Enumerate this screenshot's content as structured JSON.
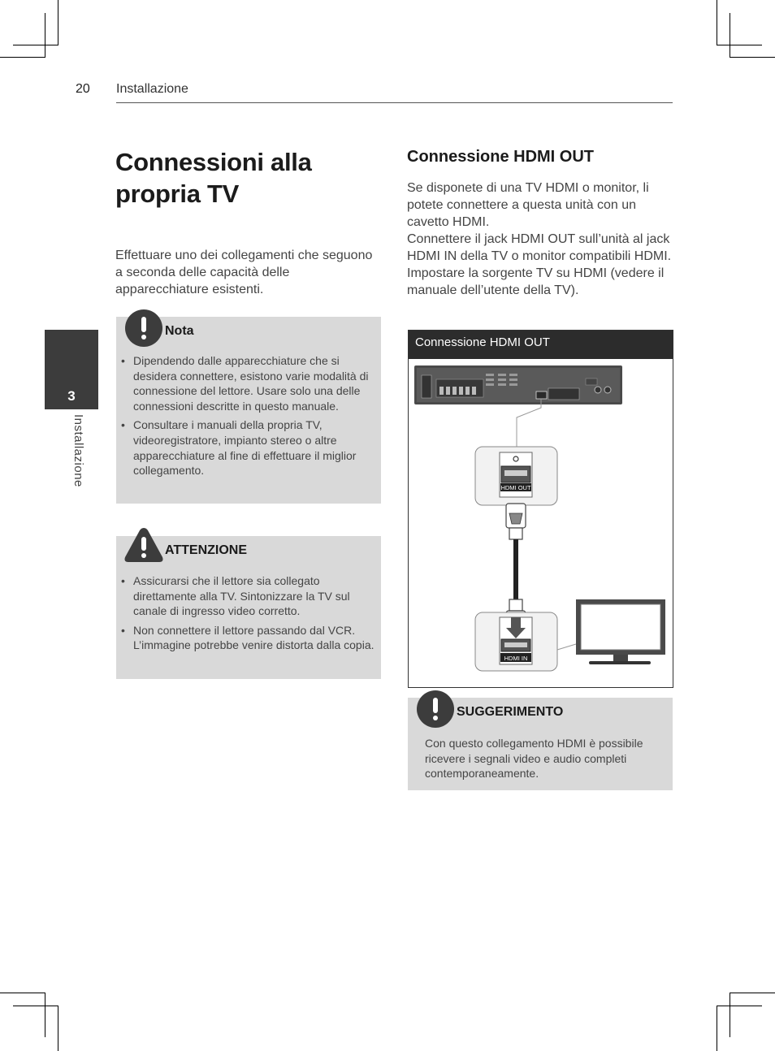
{
  "header": {
    "page_number": "20",
    "section": "Installazione"
  },
  "side_tab": {
    "number": "3",
    "label": "Installazione"
  },
  "title": "Connessioni alla propria TV",
  "intro": "Effettuare uno dei collegamenti che seguono a seconda delle capacità delle apparecchiature esistenti.",
  "note": {
    "title": "Nota",
    "items": [
      "Dipendendo dalle apparecchiature che si desidera connettere, esistono varie modalità di connessione del lettore. Usare solo una delle connessioni descritte in questo manuale.",
      "Consultare i manuali della propria TV, videoregistratore, impianto stereo o altre apparecchiature al fine di effettuare il miglior collegamento."
    ]
  },
  "caution": {
    "title": "ATTENZIONE",
    "items": [
      "Assicurarsi che il lettore sia collegato direttamente alla TV. Sintonizzare la TV sul canale di ingresso video corretto.",
      "Non connettere il lettore passando dal VCR. L’immagine potrebbe venire distorta dalla copia."
    ]
  },
  "hdmi_section": {
    "title": "Connessione HDMI OUT",
    "paragraphs": [
      "Se disponete di una TV HDMI o monitor, li potete connettere a questa unità con un cavetto HDMI.",
      "Connettere il jack HDMI OUT sull’unità al jack HDMI IN della TV o monitor compatibili HDMI.",
      "Impostare la sorgente TV su HDMI (vedere il manuale dell’utente della TV)."
    ]
  },
  "diagram": {
    "title": "Connessione HDMI OUT",
    "port_out_label": "HDMI OUT",
    "port_in_label": "HDMI IN"
  },
  "tip": {
    "title": "SUGGERIMENTO",
    "text": "Con questo collegamento HDMI è possibile ricevere i segnali video e audio completi contemporaneamente."
  }
}
